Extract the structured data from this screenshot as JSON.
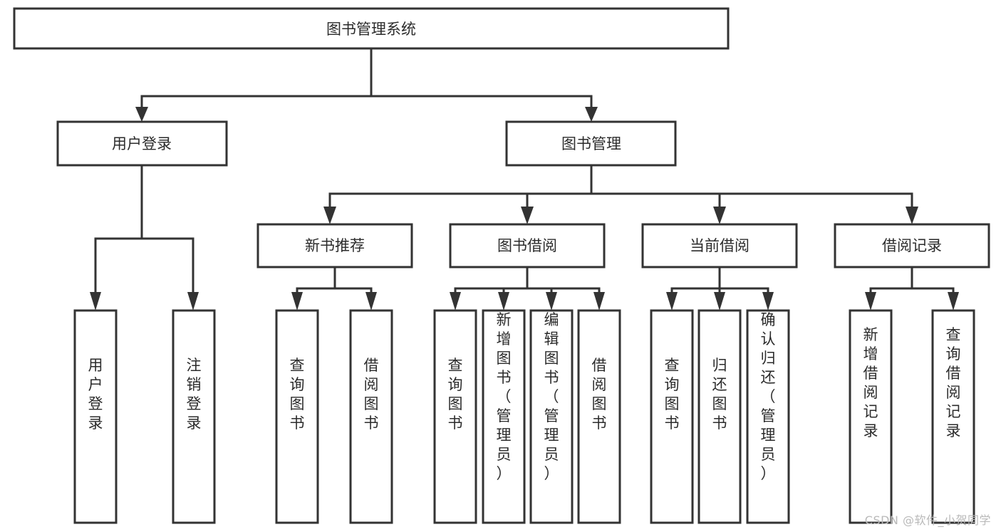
{
  "diagram": {
    "title": "图书管理系统",
    "type": "tree-hierarchy-diagram",
    "colors": {
      "box_stroke": "#333333",
      "box_fill": "#ffffff",
      "text": "#2b2b2b",
      "background": "#ffffff",
      "watermark": "#b9b9b9"
    },
    "levels": {
      "root": {
        "label": "图书管理系统"
      },
      "level2": [
        {
          "label": "用户登录"
        },
        {
          "label": "图书管理"
        }
      ],
      "level3": [
        {
          "label": "新书推荐"
        },
        {
          "label": "图书借阅"
        },
        {
          "label": "当前借阅"
        },
        {
          "label": "借阅记录"
        }
      ],
      "leaves": {
        "user_login": [
          {
            "label": "用户登录"
          },
          {
            "label": "注销登录"
          }
        ],
        "new_book_recommend": [
          {
            "label": "查询图书"
          },
          {
            "label": "借阅图书"
          }
        ],
        "book_borrow": [
          {
            "label": "查询图书"
          },
          {
            "label": "新增图书（管理员）"
          },
          {
            "label": "编辑图书（管理员）"
          },
          {
            "label": "借阅图书"
          }
        ],
        "current_borrow": [
          {
            "label": "查询图书"
          },
          {
            "label": "归还图书"
          },
          {
            "label": "确认归还（管理员）"
          }
        ],
        "borrow_record": [
          {
            "label": "新增借阅记录"
          },
          {
            "label": "查询借阅记录"
          }
        ]
      }
    }
  },
  "watermark": {
    "text": "CSDN @软件_小贺同学"
  }
}
